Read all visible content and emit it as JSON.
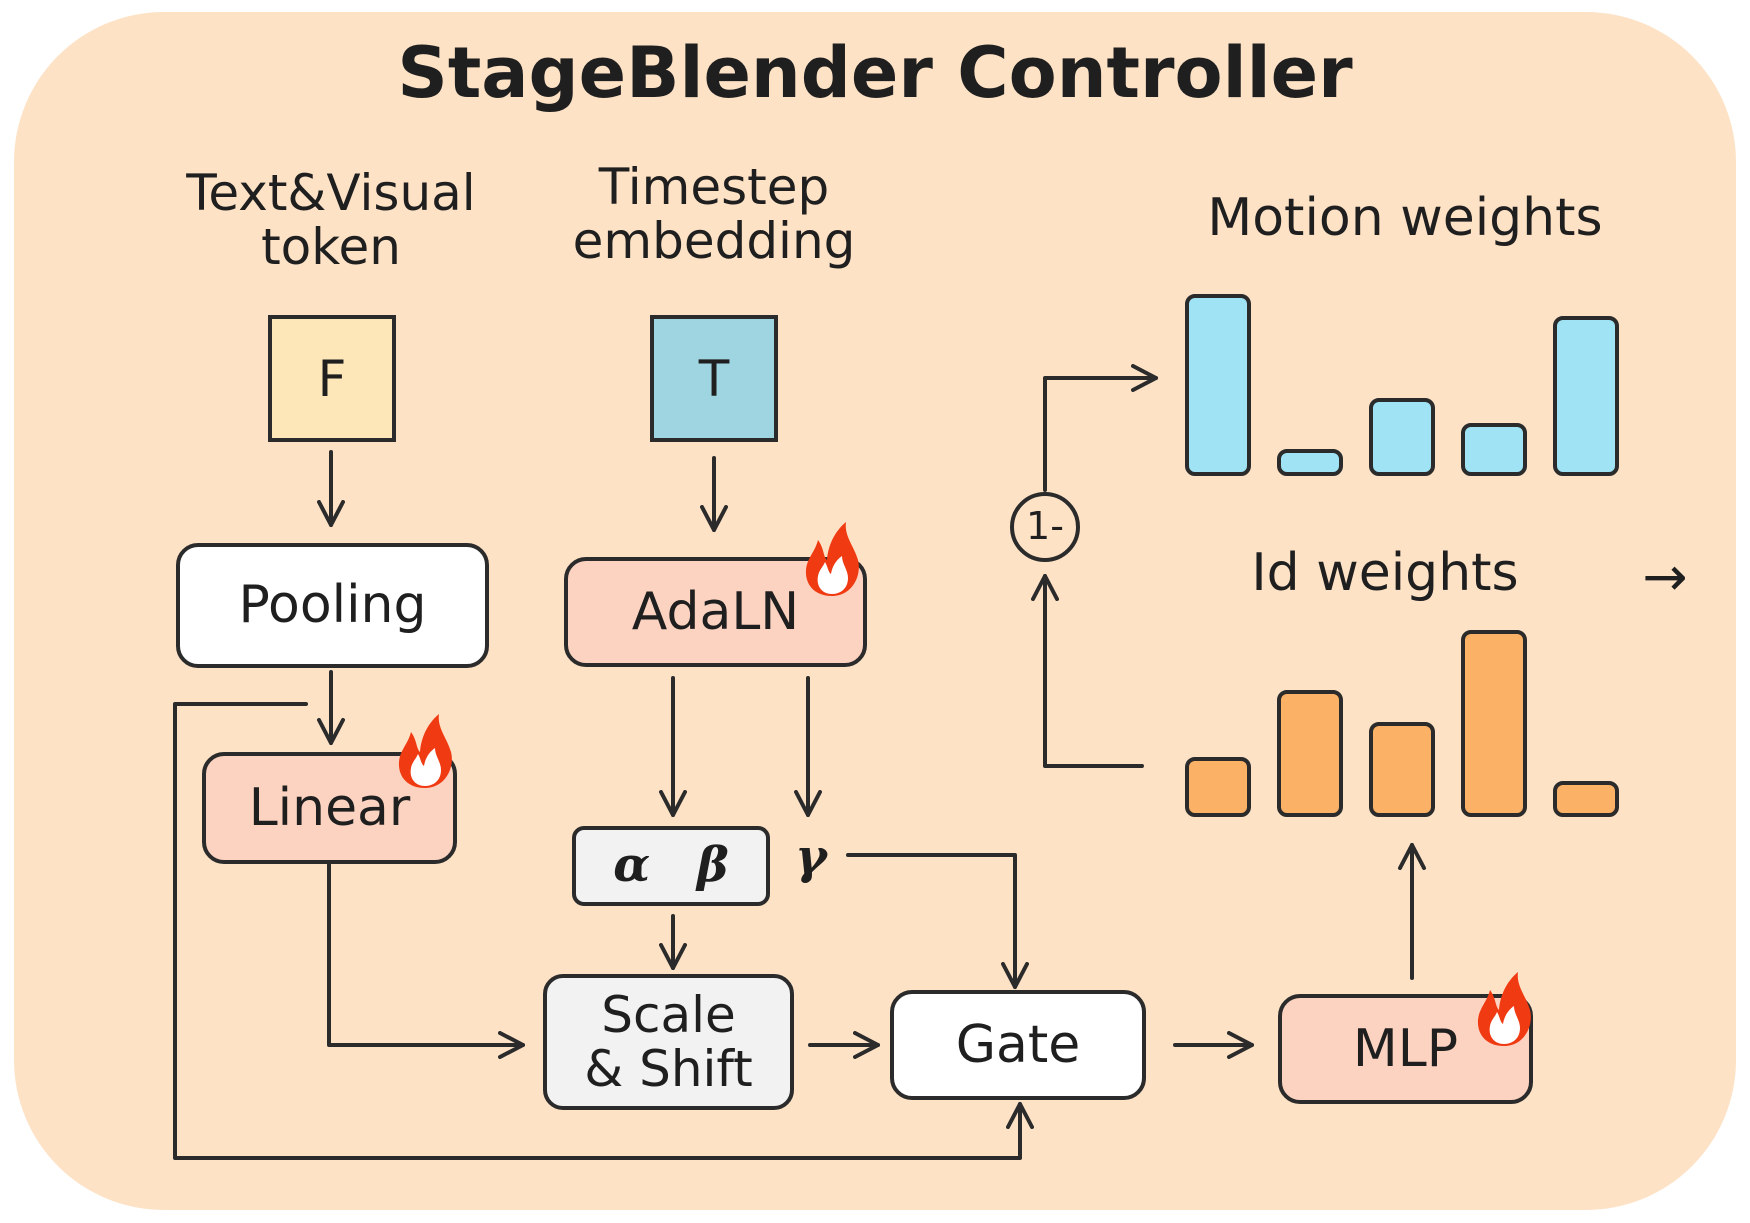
{
  "title": "StageBlender Controller",
  "inputs": {
    "text_visual_label_line1": "Text&Visual",
    "text_visual_label_line2": "token",
    "f_symbol": "F",
    "timestep_label_line1": "Timestep",
    "timestep_label_line2": "embedding",
    "t_symbol": "T"
  },
  "blocks": {
    "pooling": "Pooling",
    "linear": "Linear",
    "adaln": "AdaLN",
    "alpha": "α",
    "beta": "β",
    "gamma": "γ",
    "scale_shift_line1": "Scale",
    "scale_shift_line2": "& Shift",
    "gate": "Gate",
    "mlp": "MLP",
    "one_minus": "1-"
  },
  "outputs": {
    "motion_label": "Motion weights",
    "id_label": "Id weights",
    "arrow_glyph": "→"
  },
  "colors": {
    "panel": "#fde2c6",
    "f_box": "#fde7b8",
    "t_box": "#9fd5e0",
    "trainable_block": "#fcd3c0",
    "neutral_block": "#ffffff",
    "light_block": "#f2f2f2",
    "motion_bars": "#9fe3f5",
    "id_bars": "#fbb266",
    "stroke": "#2b2b2b"
  },
  "chart_data": [
    {
      "type": "bar",
      "series": [
        {
          "values": [
            1.0,
            0.15,
            0.43,
            0.29,
            0.88
          ]
        }
      ],
      "ylim": [
        0,
        1.0
      ],
      "grid": false
    },
    {
      "type": "bar",
      "series": [
        {
          "values": [
            0.32,
            0.68,
            0.51,
            1.0,
            0.19
          ]
        }
      ],
      "ylim": [
        0,
        1.0
      ],
      "grid": false
    }
  ]
}
